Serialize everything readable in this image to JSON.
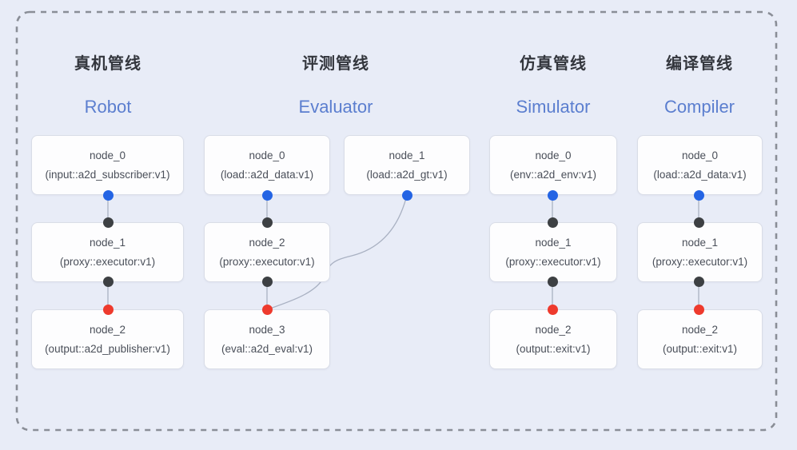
{
  "diagram": {
    "pipelines": [
      {
        "title_zh": "真机管线",
        "title_en": "Robot",
        "nodes": [
          {
            "name": "node_0",
            "type": "(input::a2d_subscriber:v1)"
          },
          {
            "name": "node_1",
            "type": "(proxy::executor:v1)"
          },
          {
            "name": "node_2",
            "type": "(output::a2d_publisher:v1)"
          }
        ]
      },
      {
        "title_zh": "评测管线",
        "title_en": "Evaluator",
        "nodes": [
          {
            "name": "node_0",
            "type": "(load::a2d_data:v1)"
          },
          {
            "name": "node_1",
            "type": "(load::a2d_gt:v1)"
          },
          {
            "name": "node_2",
            "type": "(proxy::executor:v1)"
          },
          {
            "name": "node_3",
            "type": "(eval::a2d_eval:v1)"
          }
        ]
      },
      {
        "title_zh": "仿真管线",
        "title_en": "Simulator",
        "nodes": [
          {
            "name": "node_0",
            "type": "(env::a2d_env:v1)"
          },
          {
            "name": "node_1",
            "type": "(proxy::executor:v1)"
          },
          {
            "name": "node_2",
            "type": "(output::exit:v1)"
          }
        ]
      },
      {
        "title_zh": "编译管线",
        "title_en": "Compiler",
        "nodes": [
          {
            "name": "node_0",
            "type": "(load::a2d_data:v1)"
          },
          {
            "name": "node_1",
            "type": "(proxy::executor:v1)"
          },
          {
            "name": "node_2",
            "type": "(output::exit:v1)"
          }
        ]
      }
    ],
    "colors": {
      "background": "#e8ecf7",
      "frame_dash": "#8a8e97",
      "node_fill": "#fdfdfe",
      "node_border": "#d9dde7",
      "node_text": "#4a4f59",
      "title_zh": "#33363d",
      "title_en": "#5b7ecf",
      "edge": "#a9b1c2",
      "port_input": "#2464e4",
      "port_proxy": "#3d4043",
      "port_output": "#ee3a2d"
    }
  }
}
